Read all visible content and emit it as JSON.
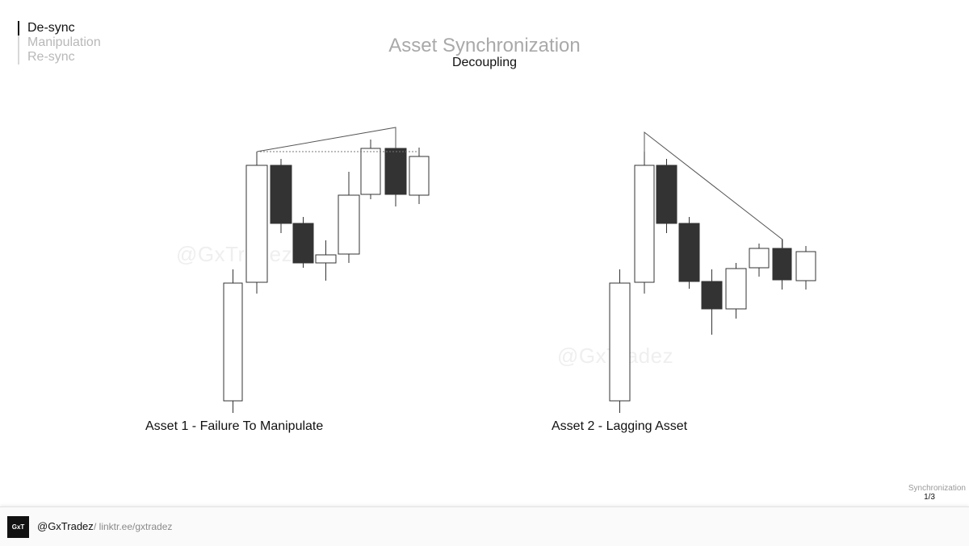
{
  "nav": {
    "items": [
      "De-sync",
      "Manipulation",
      "Re-sync"
    ],
    "active": 0
  },
  "title": "Asset Synchronization",
  "subtitle": "Decoupling",
  "watermark": "@GxTradez",
  "captions": [
    "Asset 1 - Failure To Manipulate",
    "Asset 2 - Lagging Asset"
  ],
  "page_info": {
    "label": "Synchronization",
    "page": "1/3"
  },
  "footer": {
    "logo": "GxT",
    "handle": "@GxTradez",
    "link": "/ linktr.ee/gxtradez"
  },
  "colors": {
    "bull_fill": "#ffffff",
    "bear_fill": "#333333",
    "outline": "#333333",
    "accent_gray": "#a9a9a9"
  }
}
